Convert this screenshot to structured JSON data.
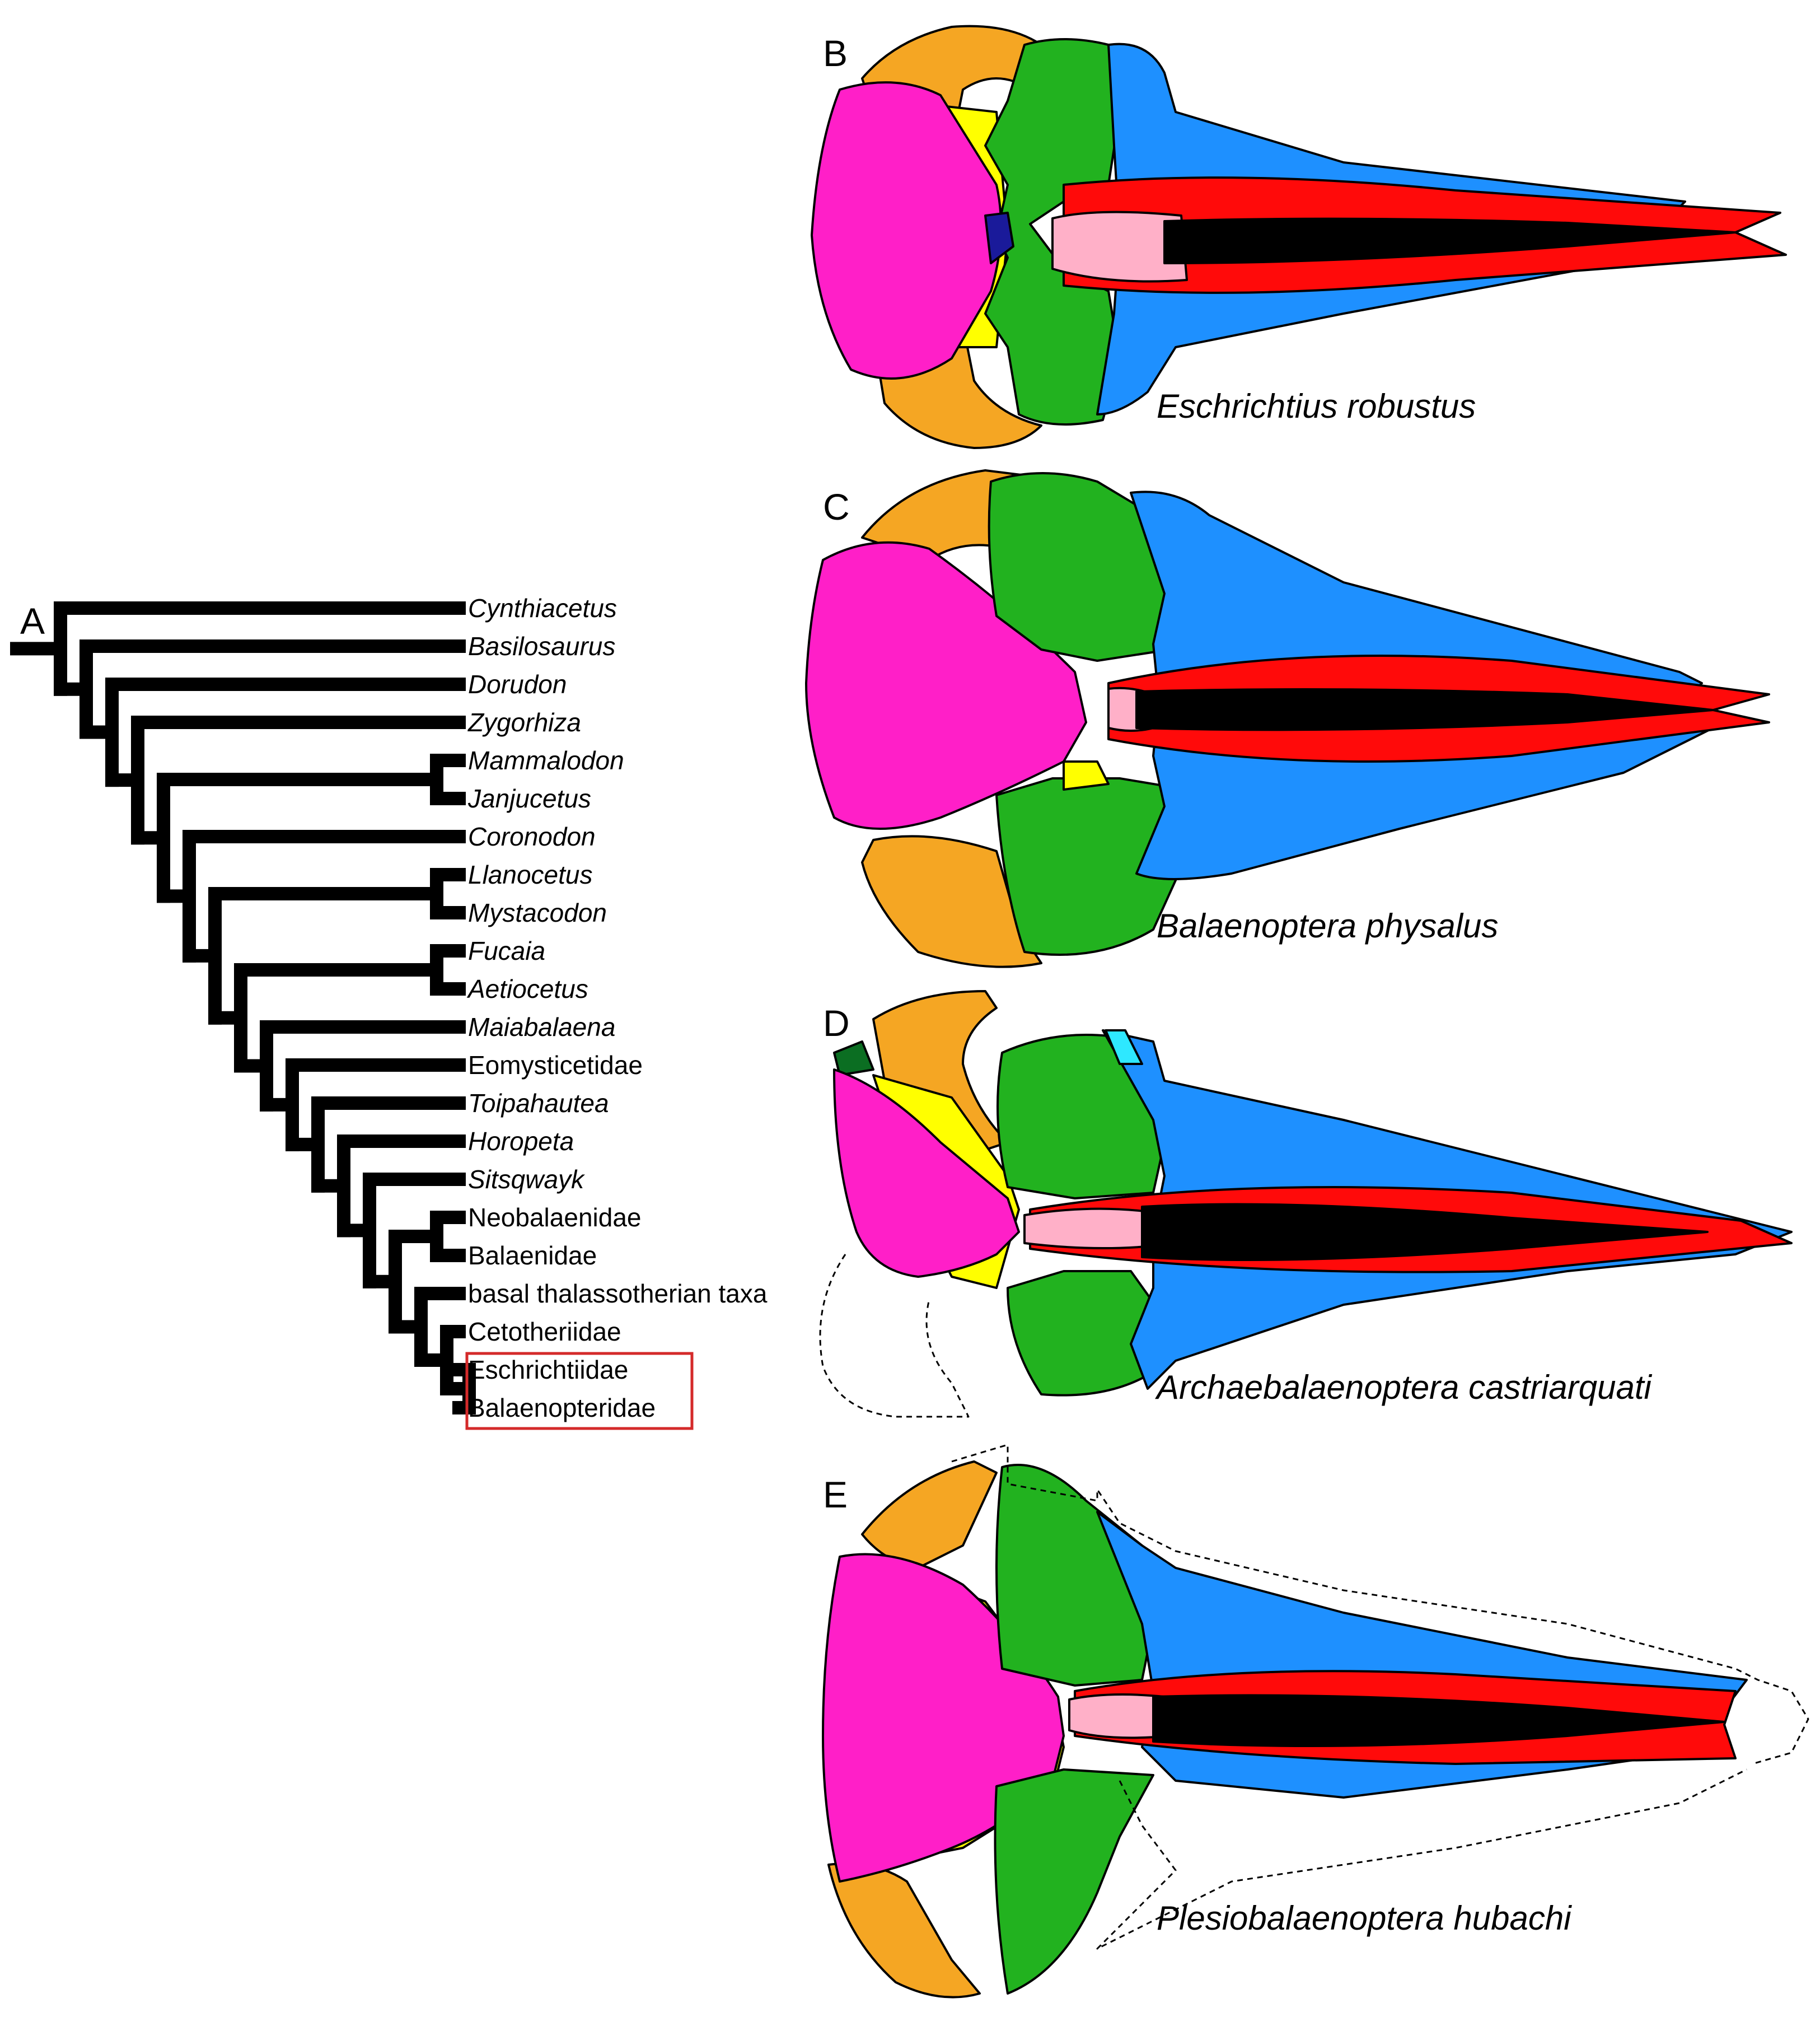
{
  "panels": {
    "a": {
      "letter": "A"
    },
    "b": {
      "letter": "B",
      "species": "Eschrichtius robustus"
    },
    "c": {
      "letter": "C",
      "species": "Balaenoptera physalus"
    },
    "d": {
      "letter": "D",
      "species": "Archaebalaenoptera castriarquati"
    },
    "e": {
      "letter": "E",
      "species": "Plesiobalaenoptera hubachi"
    }
  },
  "cladogram": {
    "taxa": [
      {
        "label": "Cynthiacetus",
        "italic": true
      },
      {
        "label": "Basilosaurus",
        "italic": true
      },
      {
        "label": "Dorudon",
        "italic": true
      },
      {
        "label": "Zygorhiza",
        "italic": true
      },
      {
        "label": "Mammalodon",
        "italic": true
      },
      {
        "label": "Janjucetus",
        "italic": true
      },
      {
        "label": "Coronodon",
        "italic": true
      },
      {
        "label": "Llanocetus",
        "italic": true
      },
      {
        "label": "Mystacodon",
        "italic": true
      },
      {
        "label": "Fucaia",
        "italic": true
      },
      {
        "label": "Aetiocetus",
        "italic": true
      },
      {
        "label": "Maiabalaena",
        "italic": true
      },
      {
        "label": "Eomysticetidae",
        "italic": false
      },
      {
        "label": "Toipahautea",
        "italic": true
      },
      {
        "label": "Horopeta",
        "italic": true
      },
      {
        "label": "Sitsqwayk",
        "italic": true
      },
      {
        "label": "Neobalaenidae",
        "italic": false
      },
      {
        "label": "Balaenidae",
        "italic": false
      },
      {
        "label": "basal thalassotherian taxa",
        "italic": false
      },
      {
        "label": "Cetotheriidae",
        "italic": false
      },
      {
        "label": "Eschrichtiidae",
        "italic": false
      },
      {
        "label": "Balaenopteridae",
        "italic": false
      }
    ],
    "highlighted": [
      "Eschrichtiidae",
      "Balaenopteridae"
    ],
    "highlight_color": "#d42a2a"
  },
  "colors": {
    "orange": "#f5a623",
    "magenta": "#ff1fc8",
    "yellow": "#ffff00",
    "green": "#22b21f",
    "blue": "#1e90ff",
    "red": "#ff0a0a",
    "pink": "#ffb0c8",
    "black": "#000000",
    "navy": "#1a1a9a",
    "cyan": "#2ee8ff",
    "darkgreen": "#0b6e22"
  }
}
